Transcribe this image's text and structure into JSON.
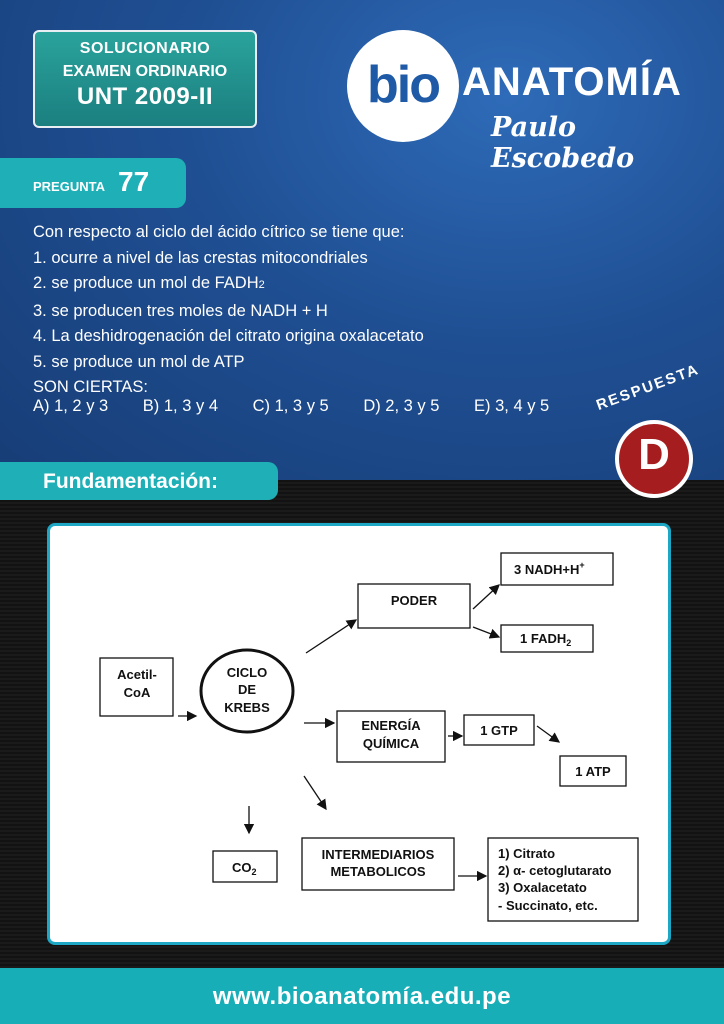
{
  "header": {
    "title_lines": [
      "SOLUCIONARIO",
      "EXAMEN ORDINARIO",
      "UNT 2009-II"
    ],
    "logo_bio": "bio",
    "logo_anatomia": "ANATOMÍA",
    "logo_author": "Paulo Escobedo"
  },
  "question": {
    "label": "PREGUNTA",
    "number": "77",
    "intro": "Con respecto al ciclo del ácido cítrico se tiene que:",
    "item1": "1. ocurre a nivel de las crestas mitocondriales",
    "item2_prefix": "2. se produce un mol de FADH",
    "item2_sub": "2",
    "item3": "3. se producen tres moles de NADH + H",
    "item4": "4. La deshidrogenación del citrato origina oxalacetato",
    "item5": "5. se produce un mol de ATP",
    "son": "SON CIERTAS:",
    "options": [
      "A) 1, 2 y 3",
      "B) 1, 3 y 4",
      "C) 1, 3 y 5",
      "D) 2, 3 y 5",
      "E) 3, 4 y 5"
    ]
  },
  "answer": {
    "label": "RESPUESTA",
    "letter": "D"
  },
  "fundamentacion": {
    "label": "Fundamentación:"
  },
  "diagram": {
    "acetil_1": "Acetil-",
    "acetil_2": "CoA",
    "ciclo_1": "CICLO",
    "ciclo_2": "DE",
    "ciclo_3": "KREBS",
    "poder": "PODER",
    "nadh": "3 NADH+H",
    "nadh_sup": "+",
    "fadh": "1 FADH",
    "fadh_sub": "2",
    "energia_1": "ENERGÍA",
    "energia_2": "QUÍMICA",
    "gtp": "1 GTP",
    "atp": "1 ATP",
    "co2": "CO",
    "co2_sub": "2",
    "inter_1": "INTERMEDIARIOS",
    "inter_2": "METABOLICOS",
    "list_1": "1)  Citrato",
    "list_2": "2)  α- cetoglutarato",
    "list_3": "3)  Oxalacetato",
    "list_4": "- Succinato, etc."
  },
  "footer": {
    "url": "www.bioanatomía.edu.pe"
  },
  "colors": {
    "brand_blue": "#1f5aa6",
    "teal": "#1fb0b7",
    "answer_red": "#a51d1f"
  }
}
